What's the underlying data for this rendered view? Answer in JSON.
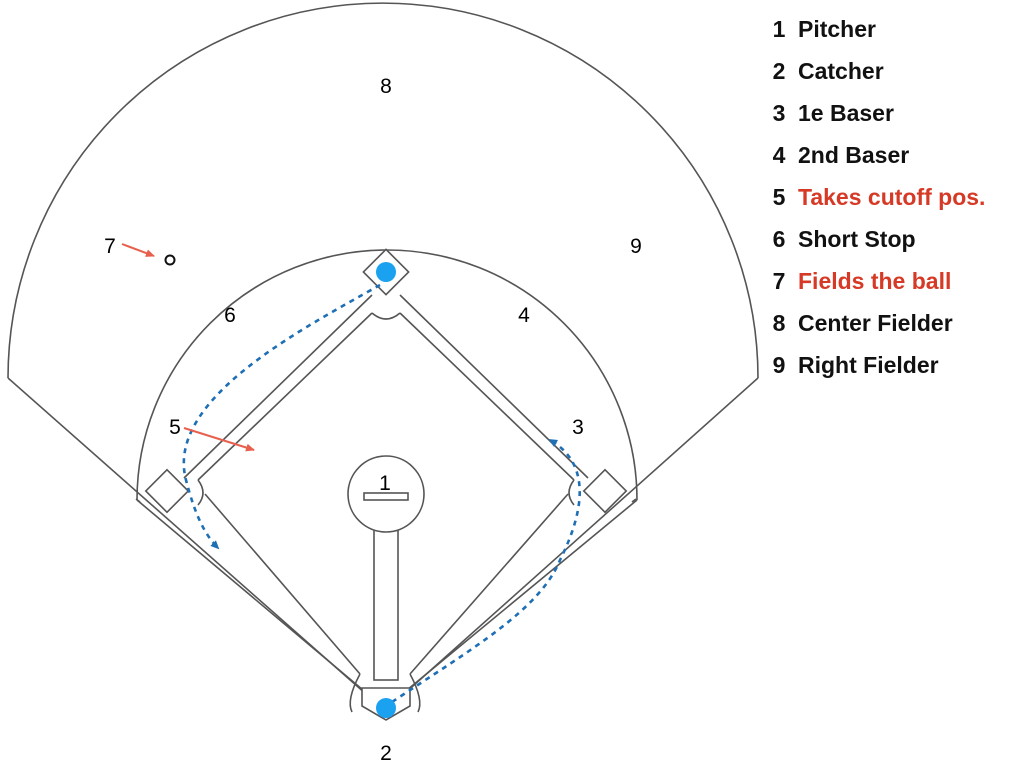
{
  "legend": [
    {
      "num": "1",
      "label": "Pitcher",
      "color": "#111111"
    },
    {
      "num": "2",
      "label": "Catcher",
      "color": "#111111"
    },
    {
      "num": "3",
      "label": "1e Baser",
      "color": "#111111"
    },
    {
      "num": "4",
      "label": "2nd Baser",
      "color": "#111111"
    },
    {
      "num": "5",
      "label": "Takes cutoff pos.",
      "color": "#d63a26"
    },
    {
      "num": "6",
      "label": "Short Stop",
      "color": "#111111"
    },
    {
      "num": "7",
      "label": "Fields the ball",
      "color": "#d63a26"
    },
    {
      "num": "8",
      "label": "Center Fielder",
      "color": "#111111"
    },
    {
      "num": "9",
      "label": "Right Fielder",
      "color": "#111111"
    }
  ],
  "field_labels": {
    "p1": "1",
    "p2": "2",
    "p3": "3",
    "p4": "4",
    "p5": "5",
    "p6": "6",
    "p7": "7",
    "p8": "8",
    "p9": "9"
  },
  "colors": {
    "line": "#555555",
    "ball_path": "#1f6fb5",
    "ball": "#1aa1f0",
    "movement_arrow": "#e8604d"
  }
}
